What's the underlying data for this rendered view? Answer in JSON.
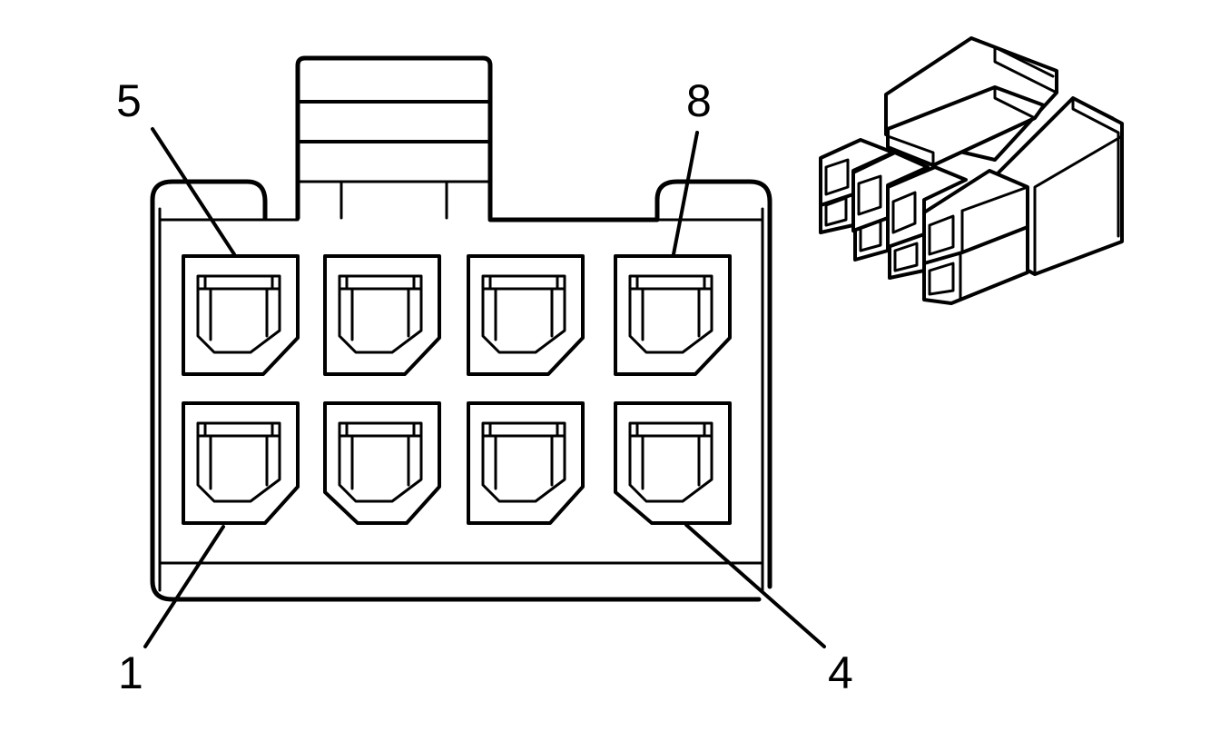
{
  "connector_face": {
    "pin_labels": {
      "top_left": "5",
      "top_right": "8",
      "bottom_left": "1",
      "bottom_right": "4"
    }
  },
  "icons": {
    "connector_face_view": "connector-face-drawing",
    "connector_isometric_view": "connector-3d-drawing"
  }
}
